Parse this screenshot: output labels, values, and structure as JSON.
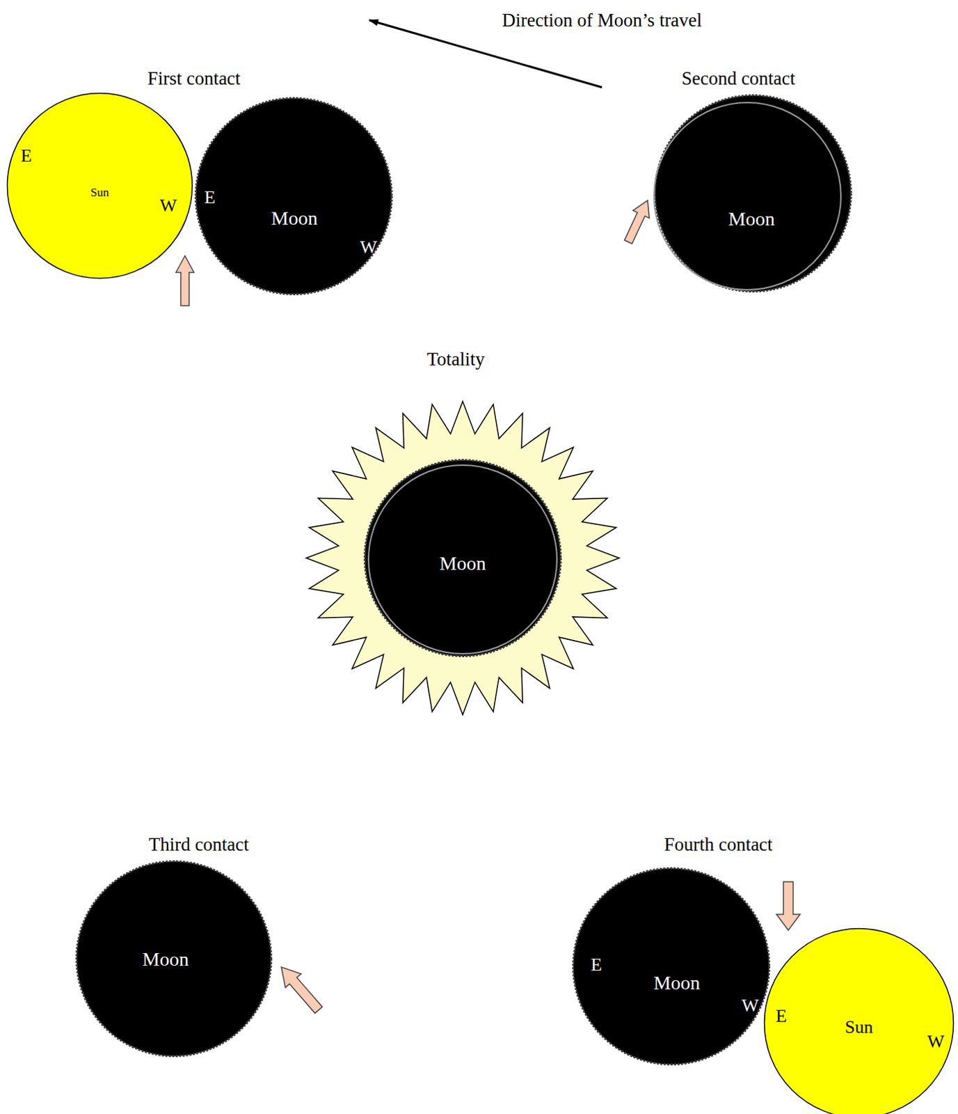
{
  "diagram": {
    "nodes": [
      {
        "text": [
          "E",
          "Sun",
          "W"
        ]
      },
      {
        "text": [
          "E",
          "Moon",
          "W"
        ]
      },
      {
        "text": [
          "Moon"
        ]
      },
      {
        "text": [
          "Moon"
        ]
      },
      {
        "text": [
          "Moon"
        ]
      },
      {
        "text": [
          "E",
          "Moon",
          "W"
        ]
      },
      {
        "text": [
          "E",
          "Sun",
          "W"
        ]
      }
    ],
    "labels": [
      "Direction of Moon’s travel",
      "First contact",
      "Second contact",
      "Totality",
      "Third contact",
      "Fourth contact"
    ]
  }
}
